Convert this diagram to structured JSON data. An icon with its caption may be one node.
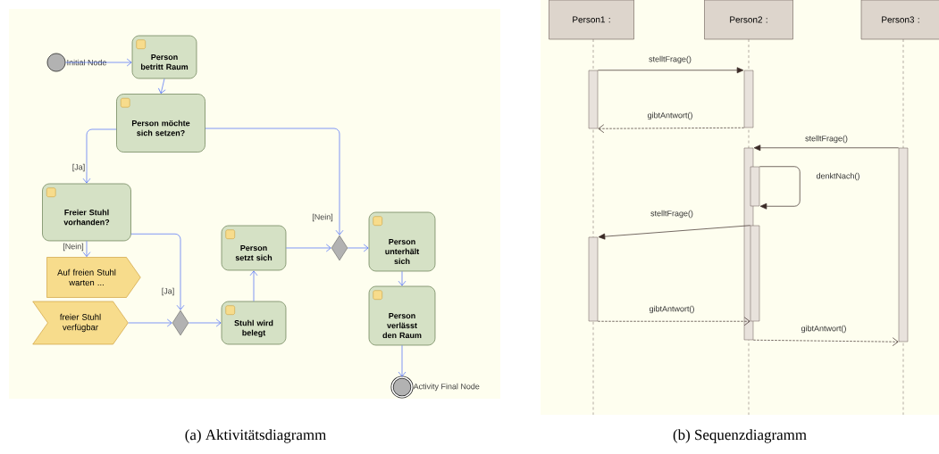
{
  "diagram": {
    "nodes": [
      {
        "text": [],
        "shape": "circle",
        "beside": [
          "Initial Node"
        ]
      },
      {
        "text": [
          "Person betritt Raum"
        ]
      },
      {
        "text": [
          "Person möchte sich setzen?"
        ]
      },
      {
        "text": [
          "Freier Stuhl vorhanden?"
        ]
      },
      {
        "text": [
          "Auf freien Stuhl warten ..."
        ]
      },
      {
        "text": [
          "freier Stuhl verfügbar"
        ]
      },
      {
        "text": [],
        "shape": "diamond"
      },
      {
        "text": [
          "Stuhl wird belegt"
        ]
      },
      {
        "text": [
          "Person setzt sich"
        ]
      },
      {
        "text": [],
        "shape": "diamond"
      },
      {
        "text": [
          "Person unterhält sich"
        ]
      },
      {
        "text": [
          "Person verlässt den Raum"
        ]
      },
      {
        "text": [],
        "shape": "circle",
        "beside": [
          "Activity Final Node"
        ]
      },
      {
        "text": [
          "Person1 :"
        ]
      },
      {
        "text": [
          "Person2 :"
        ]
      },
      {
        "text": [
          "Person3 :"
        ]
      },
      {
        "text": [],
        "shape": "bar"
      },
      {
        "text": [],
        "shape": "bar"
      },
      {
        "text": [],
        "shape": "bar"
      },
      {
        "text": [],
        "shape": "bar"
      },
      {
        "text": [],
        "shape": "bar"
      },
      {
        "text": [],
        "shape": "bar"
      },
      {
        "text": [],
        "shape": "bar"
      }
    ],
    "edges": [
      {
        "from": 0,
        "to": 1,
        "arrow": "to"
      },
      {
        "from": 1,
        "to": 2,
        "arrow": "to"
      },
      {
        "from": 2,
        "to": 3,
        "arrow": "to",
        "label": "[Ja]"
      },
      {
        "from": 2,
        "to": 9,
        "arrow": "to",
        "label": "[Nein]"
      },
      {
        "from": 3,
        "to": 4,
        "arrow": "to",
        "label": "[Nein]"
      },
      {
        "from": 3,
        "to": 6,
        "arrow": "to",
        "label": "[Ja]"
      },
      {
        "from": 5,
        "to": 6,
        "arrow": "to"
      },
      {
        "from": 6,
        "to": 7,
        "arrow": "to"
      },
      {
        "from": 7,
        "to": 8,
        "arrow": "to"
      },
      {
        "from": 8,
        "to": 9,
        "arrow": "to"
      },
      {
        "from": 9,
        "to": 10,
        "arrow": "to"
      },
      {
        "from": 10,
        "to": 11,
        "arrow": "to"
      },
      {
        "from": 11,
        "to": 12,
        "arrow": "to"
      },
      {
        "from": 16,
        "to": 17,
        "arrow": "to",
        "label": "stelltFrage()",
        "color": "#3a2a26"
      },
      {
        "from": 17,
        "to": 16,
        "arrow": "to",
        "label": "gibtAntwort()",
        "style": "dashed",
        "color": "#3a2a26"
      },
      {
        "from": 19,
        "to": 18,
        "arrow": "to",
        "label": "stelltFrage()",
        "color": "#3a2a26"
      },
      {
        "from": 20,
        "to": 20,
        "arrow": "to",
        "label": "denktNach()",
        "color": "#3a2a26"
      },
      {
        "from": 21,
        "to": 22,
        "arrow": "to",
        "label": "stelltFrage()",
        "color": "#3a2a26"
      },
      {
        "from": 22,
        "to": 21,
        "arrow": "to",
        "label": "gibtAntwort()",
        "style": "dashed",
        "color": "#3a2a26"
      },
      {
        "from": 18,
        "to": 19,
        "arrow": "to",
        "label": "gibtAntwort()",
        "style": "dashed",
        "color": "#3a2a26"
      }
    ],
    "labels": [
      "(a) Aktivitätsdiagramm",
      "(b) Sequenzdiagramm"
    ]
  }
}
